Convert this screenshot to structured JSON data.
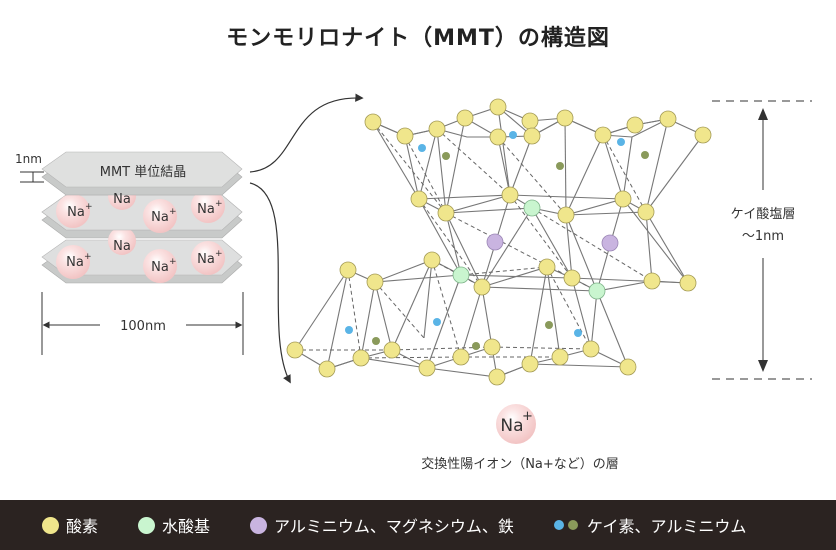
{
  "title": "モンモリロナイト（MMT）の構造図",
  "left": {
    "unit_label": "MMT 単位結晶",
    "thickness_label": "1nm",
    "width_label": "100nm",
    "ion_label": "Na",
    "ion_sup": "+"
  },
  "right": {
    "layer_label_line1": "ケイ酸塩層",
    "layer_label_line2": "〜1nm",
    "exchange_ion": "Na",
    "exchange_ion_sup": "+",
    "exchange_caption": "交換性陽イオン（Na+など）の層"
  },
  "legend": {
    "items": [
      {
        "label": "酸素",
        "color": "#f0e68c"
      },
      {
        "label": "水酸基",
        "color": "#c9f5cf"
      },
      {
        "label": "アルミニウム、マグネシウム、鉄",
        "color": "#c9b4e0"
      },
      {
        "label": "ケイ素、アルミニウム",
        "colors": [
          "#5ab4e6",
          "#8a9a5b"
        ]
      }
    ]
  },
  "colors": {
    "oxygen": "#f0e68c",
    "hydroxyl": "#c9f5cf",
    "metal": "#c9b4e0",
    "silicon": "#5ab4e6",
    "aluminium": "#8a9a5b",
    "sodium": "#f6d3d3",
    "legend_bg": "#2b2321"
  }
}
